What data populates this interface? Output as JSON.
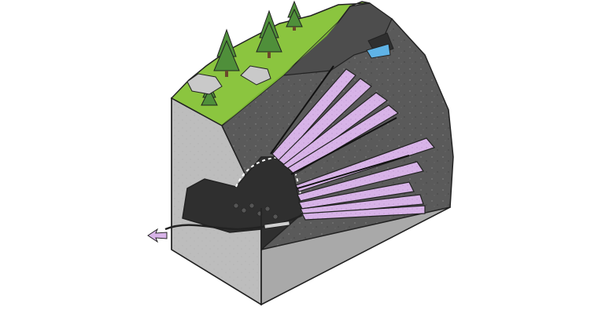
{
  "scene": {
    "subject": "tunnel-face-grout-injection-cross-section",
    "colors": {
      "background": "#ffffff",
      "grass": "#8bc53f",
      "grass_shade": "#7ab534",
      "rock_face": "#5a5a5a",
      "rock_dark": "#3f3f3f",
      "rock_side": "#6b6b6b",
      "concrete_front": "#bdbdbd",
      "concrete_light": "#d0d0d0",
      "concrete_dark": "#9b9b9b",
      "grout": "#d8b4e8",
      "grout_outline": "#222222",
      "tunnel_interior": "#2f2f2f",
      "water": "#5fb3e6",
      "tree": "#4f8f3a",
      "boulder": "#c9c9c9",
      "hose": "#222222",
      "arrow": "#d8b4e8"
    },
    "icons": [
      "tree-icon",
      "boulder-icon",
      "arrow-icon",
      "water-icon"
    ],
    "grout_column_count": 9,
    "borehole_count": 3,
    "tree_count": 4
  }
}
